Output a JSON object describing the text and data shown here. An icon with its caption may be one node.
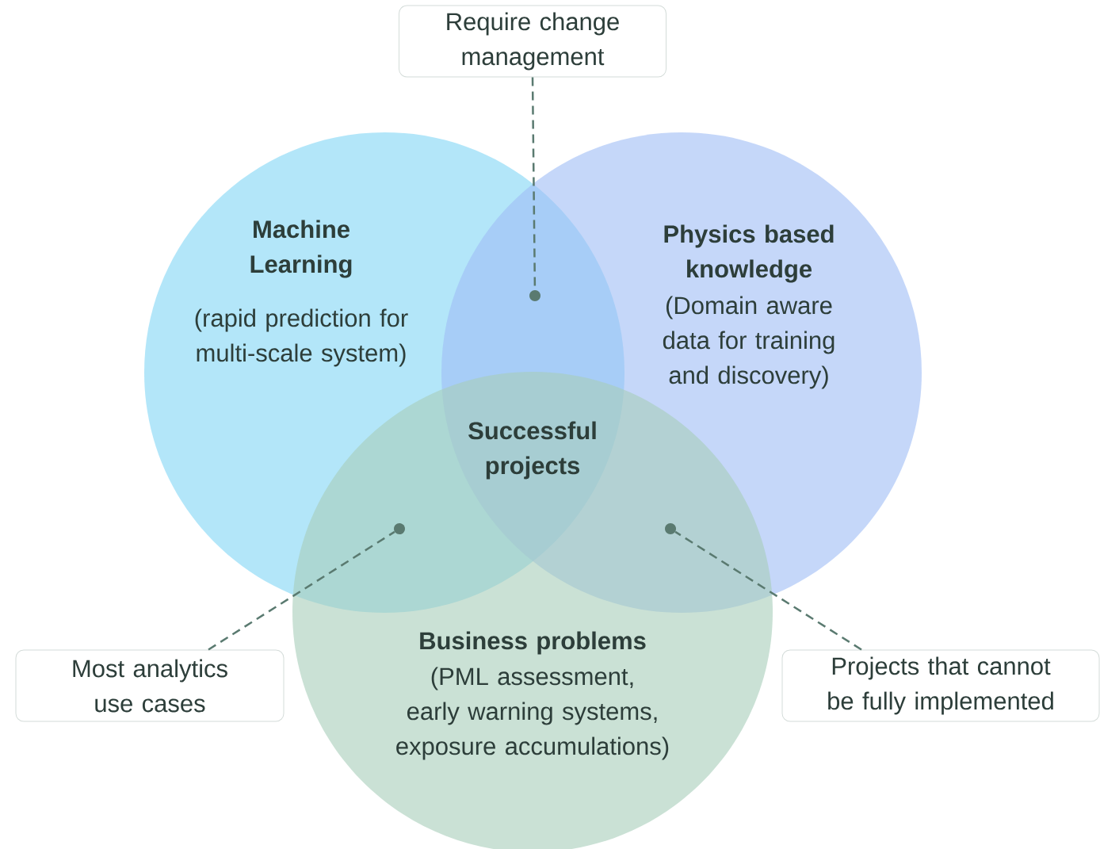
{
  "diagram": {
    "nodes": [
      {
        "text": [
          "Machine Learning",
          "(rapid prediction for multi-scale system)"
        ]
      },
      {
        "text": [
          "Physics based knowledge",
          "(Domain aware data for training and discovery)"
        ]
      },
      {
        "text": [
          "Business problems",
          "(PML assessment, early warning systems, exposure accumulations)"
        ]
      },
      {
        "text": [
          "Require change management"
        ]
      },
      {
        "text": [],
        "shape": "circle"
      },
      {
        "text": [
          "Most analytics use cases"
        ]
      },
      {
        "text": [],
        "shape": "circle"
      },
      {
        "text": [
          "Projects that cannot be fully implemented"
        ]
      },
      {
        "text": [],
        "shape": "circle"
      }
    ],
    "edges": [
      {
        "from": 3,
        "to": 4,
        "arrow": "none",
        "style": "dashed"
      },
      {
        "from": 5,
        "to": 6,
        "arrow": "none",
        "style": "dashed"
      },
      {
        "from": 7,
        "to": 8,
        "arrow": "none",
        "style": "dashed"
      }
    ],
    "labels": [
      "Successful projects"
    ]
  }
}
